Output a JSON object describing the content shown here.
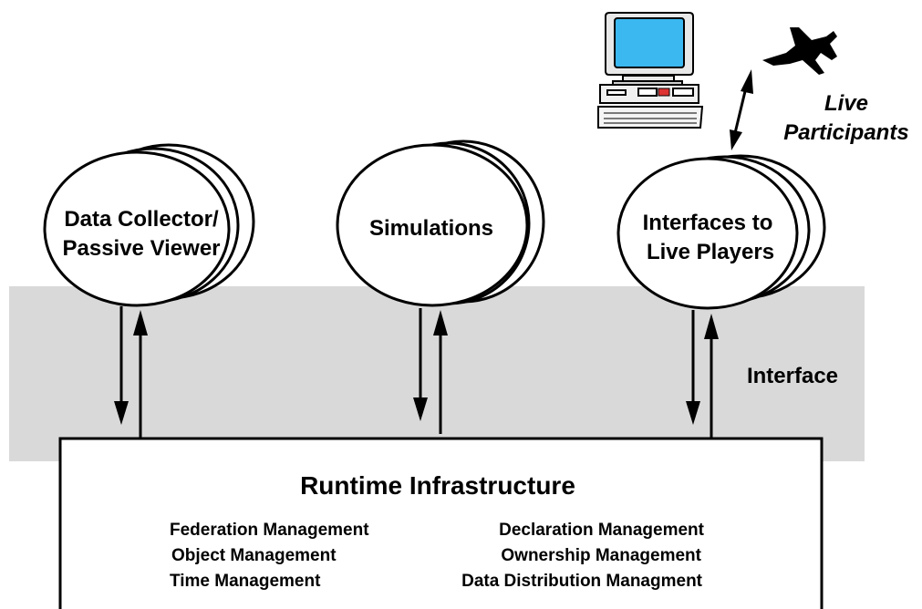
{
  "federates": [
    {
      "line1": "Data Collector/",
      "line2": "Passive Viewer"
    },
    {
      "line1": "Simulations",
      "line2": ""
    },
    {
      "line1": "Interfaces to",
      "line2": "Live Players"
    }
  ],
  "live_participants": {
    "line1": "Live",
    "line2": "Participants"
  },
  "interface_label": "Interface",
  "rti": {
    "title": "Runtime Infrastructure",
    "services_left": [
      "Federation Management",
      "Object Management",
      "Time Management"
    ],
    "services_right": [
      "Declaration Management",
      "Ownership Management",
      "Data Distribution Managment"
    ]
  },
  "icons": [
    "computer-workstation-icon",
    "fighter-jet-icon"
  ],
  "colors": {
    "interface_band": "#d9d9d9",
    "screen": "#3bb8f0"
  }
}
